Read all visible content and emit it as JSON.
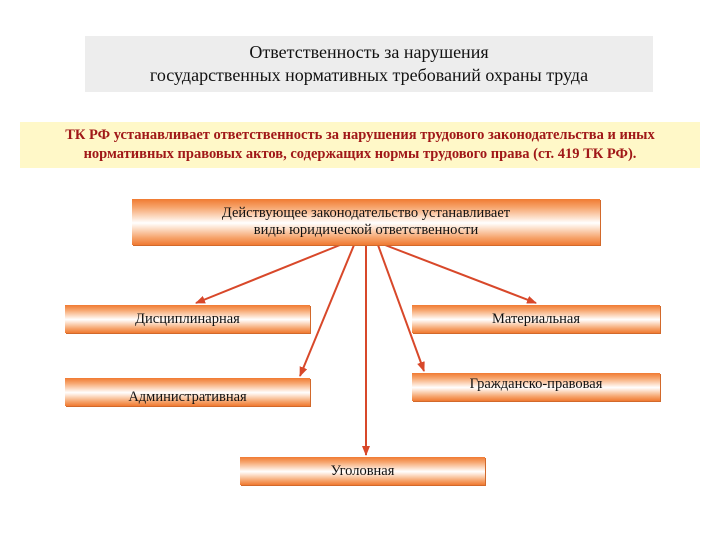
{
  "title": {
    "line1": "Ответственность за нарушения",
    "line2": "государственных нормативных требований охраны труда"
  },
  "statement": {
    "line1": "ТК РФ устанавливает ответственность за нарушения трудового законодательства и иных",
    "line2": "нормативных правовых актов, содержащих нормы трудового права (ст. 419 ТК РФ)."
  },
  "root": {
    "line1": "Действующее законодательство устанавливает",
    "line2": "виды юридической ответственности"
  },
  "types": {
    "disciplinary": "Дисциплинарная",
    "material": "Материальная",
    "administrative": "Административная",
    "civil": "Гражданско-правовая",
    "criminal": "Уголовная"
  },
  "colors": {
    "arrow": "#d8482a",
    "box_orange": "#f07a32",
    "statement_text": "#a01818",
    "statement_bg": "#fff8c8",
    "title_bg": "#ededed"
  }
}
